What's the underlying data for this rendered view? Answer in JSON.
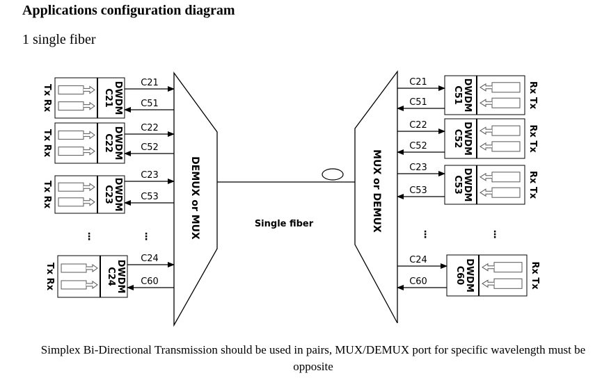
{
  "title": "Applications configuration diagram",
  "subtitle": "1 single fiber",
  "caption": "Simplex Bi-Directional Transmission should be used in pairs, MUX/DEMUX port for specific wavelength must be opposite",
  "diagram": {
    "left_mux_label": "DEMUX or MUX",
    "right_mux_label": "MUX or DEMUX",
    "fiber_label": "Single fiber",
    "ellipsis": "⋮",
    "left_modules": [
      {
        "side_label": "Tx Rx",
        "module_label": "DWDM",
        "channel": "C21",
        "tx": "C21",
        "rx": "C51"
      },
      {
        "side_label": "Tx Rx",
        "module_label": "DWDM",
        "channel": "C22",
        "tx": "C22",
        "rx": "C52"
      },
      {
        "side_label": "Tx Rx",
        "module_label": "DWDM",
        "channel": "C23",
        "tx": "C23",
        "rx": "C53"
      },
      {
        "side_label": "Tx Rx",
        "module_label": "DWDM",
        "channel": "C24",
        "tx": "C24",
        "rx": "C60"
      }
    ],
    "right_modules": [
      {
        "side_label": "Rx Tx",
        "module_label": "DWDM",
        "channel": "C51",
        "rx": "C21",
        "tx": "C51"
      },
      {
        "side_label": "Rx Tx",
        "module_label": "DWDM",
        "channel": "C52",
        "rx": "C22",
        "tx": "C52"
      },
      {
        "side_label": "Rx Tx",
        "module_label": "DWDM",
        "channel": "C53",
        "rx": "C23",
        "tx": "C53"
      },
      {
        "side_label": "Rx Tx",
        "module_label": "DWDM",
        "channel": "C60",
        "rx": "C24",
        "tx": "C60"
      }
    ]
  }
}
